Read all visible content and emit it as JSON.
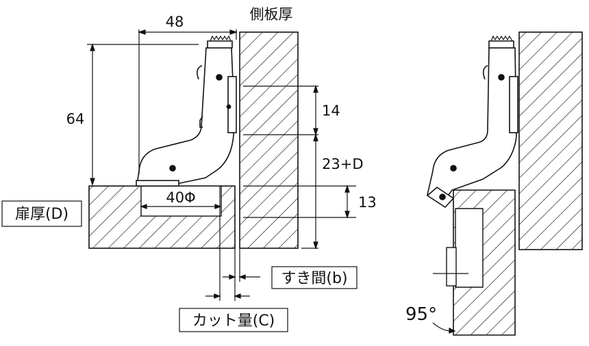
{
  "labels": {
    "dim_48": "48",
    "side_panel_thickness": "側板厚",
    "dim_64": "64",
    "dim_14": "14",
    "dim_23d": "23+D",
    "dim_13": "13",
    "cup_diameter": "40Φ",
    "door_thickness": "扉厚(D)",
    "gap": "すき間(b)",
    "cut_amount": "カット量(C)",
    "angle": "95°"
  },
  "colors": {
    "line": "#111111",
    "background": "#ffffff"
  }
}
